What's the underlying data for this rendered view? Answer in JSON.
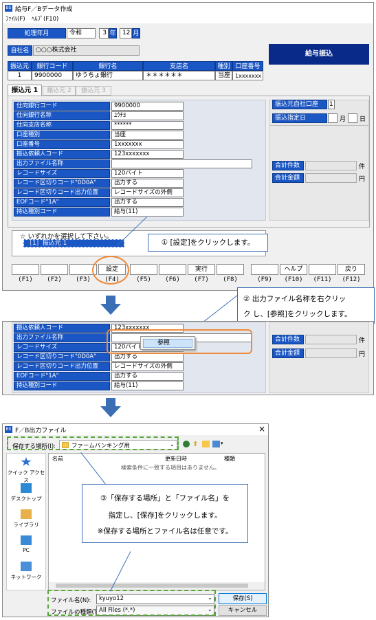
{
  "win1": {
    "title": "給与F／Bデータ作成",
    "menu": [
      "ﾌｧｲﾙ(F)",
      "ﾍﾙﾌﾟ(F10)"
    ],
    "period_label": "処理年月",
    "era": "令和",
    "year": "3",
    "year_unit": "年",
    "month": "12",
    "month_unit": "月",
    "company_label": "自社名",
    "company": "○○○株式会社",
    "pay_button": "給与振込",
    "table_headers": [
      "振込元",
      "銀行コード",
      "銀行名",
      "支店名",
      "種別",
      "口座番号"
    ],
    "table_row": [
      "1",
      "9900000",
      "ゆうちょ銀行",
      "＊＊＊＊＊＊",
      "当座",
      "1xxxxxxx"
    ],
    "tabs": [
      "振込元 1",
      "振込元 2",
      "振込元 3"
    ],
    "fields": [
      {
        "label": "仕向銀行コード",
        "value": "9900000"
      },
      {
        "label": "仕向銀行名称",
        "value": "ﾕｳﾁﾖ"
      },
      {
        "label": "仕向支店名称",
        "value": "******"
      },
      {
        "label": "口座種別",
        "value": "当座"
      },
      {
        "label": "口座番号",
        "value": "1xxxxxxx"
      },
      {
        "label": "振込依頼人コード",
        "value": "123xxxxxxx"
      },
      {
        "label": "出力ファイル名称",
        "value": ""
      },
      {
        "label": "レコードサイズ",
        "value": "120バイト"
      },
      {
        "label": "レコード区切りコード\"0D0A\"",
        "value": "出力する"
      },
      {
        "label": "レコード区切りコード出力位置",
        "value": "レコードサイズの外側"
      },
      {
        "label": "EOFコード\"1A\"",
        "value": "出力する"
      },
      {
        "label": "持込種別コード",
        "value": "給与(11)"
      }
    ],
    "source_account_label": "振込元自社口座",
    "source_account_value": "1",
    "transfer_date_label": "振込指定日",
    "month_label": "月",
    "day_label": "日",
    "total_count_label": "合計件数",
    "total_count_unit": "件",
    "total_amount_label": "合計金額",
    "total_amount_unit": "円",
    "prompt": "☆ いずれかを選択して下さい。",
    "list_item": "［1］振込元 1",
    "fkeys": [
      {
        "label": "",
        "key": "(F1)"
      },
      {
        "label": "",
        "key": "(F2)"
      },
      {
        "label": "",
        "key": "(F3)"
      },
      {
        "label": "設定",
        "key": "(F4)"
      },
      {
        "label": "",
        "key": "(F5)"
      },
      {
        "label": "",
        "key": "(F6)"
      },
      {
        "label": "実行",
        "key": "(F7)"
      },
      {
        "label": "",
        "key": "(F8)"
      },
      {
        "label": "",
        "key": "(F9)"
      },
      {
        "label": "ヘルプ",
        "key": "(F10)"
      },
      {
        "label": "",
        "key": "(F11)"
      },
      {
        "label": "戻り",
        "key": "(F12)"
      }
    ]
  },
  "callout1": "① [設定]をクリックします。",
  "callout2_line1": "② 出力ファイル名称を右クリッ",
  "callout2_line2": "ク し、[参照]をクリックします。",
  "win2": {
    "fields": [
      {
        "label": "振込依頼人コード",
        "value": "123xxxxxxx"
      },
      {
        "label": "出力ファイル名称",
        "value": ""
      },
      {
        "label": "レコードサイズ",
        "value": "120バイト"
      },
      {
        "label": "レコード区切りコード\"0D0A\"",
        "value": "出力する"
      },
      {
        "label": "レコード区切りコード出力位置",
        "value": "レコードサイズの外側"
      },
      {
        "label": "EOFコード\"1A\"",
        "value": "出力する"
      },
      {
        "label": "持込種別コード",
        "value": "給与(11)"
      }
    ],
    "context_menu": "参照",
    "total_count_label": "合計件数",
    "total_count_unit": "件",
    "total_amount_label": "合計金額",
    "total_amount_unit": "円"
  },
  "dialog": {
    "title": "F／B出力ファイル",
    "close": "×",
    "save_in_label": "保存する場所(I):",
    "save_in_value": "ファームバンキング用",
    "col_name": "名前",
    "col_date": "更新日時",
    "col_type": "種類",
    "empty_msg": "検索条件に一致する項目はありません。",
    "places": [
      "クイック アクセス",
      "デスクトップ",
      "ライブラリ",
      "PC",
      "ネットワーク"
    ],
    "filename_label": "ファイル名(N):",
    "filename_value": "kyuyo12",
    "filetype_label": "ファイルの種類(T):",
    "filetype_value": "All Files (*.*)",
    "save_button": "保存(S)",
    "cancel_button": "キャンセル"
  },
  "callout3_line1": "③「保存する場所」と「ファイル名」を",
  "callout3_line2": "指定し、[保存]をクリックします。",
  "callout3_line3": "※保存する場所とファイル名は任意です。",
  "colors": {
    "accent": "#1a56c4",
    "callout_border": "#3a6fb5",
    "arrow": "#3a6fb5",
    "orange": "#ee8a3a",
    "green_dash": "#57a63a"
  }
}
